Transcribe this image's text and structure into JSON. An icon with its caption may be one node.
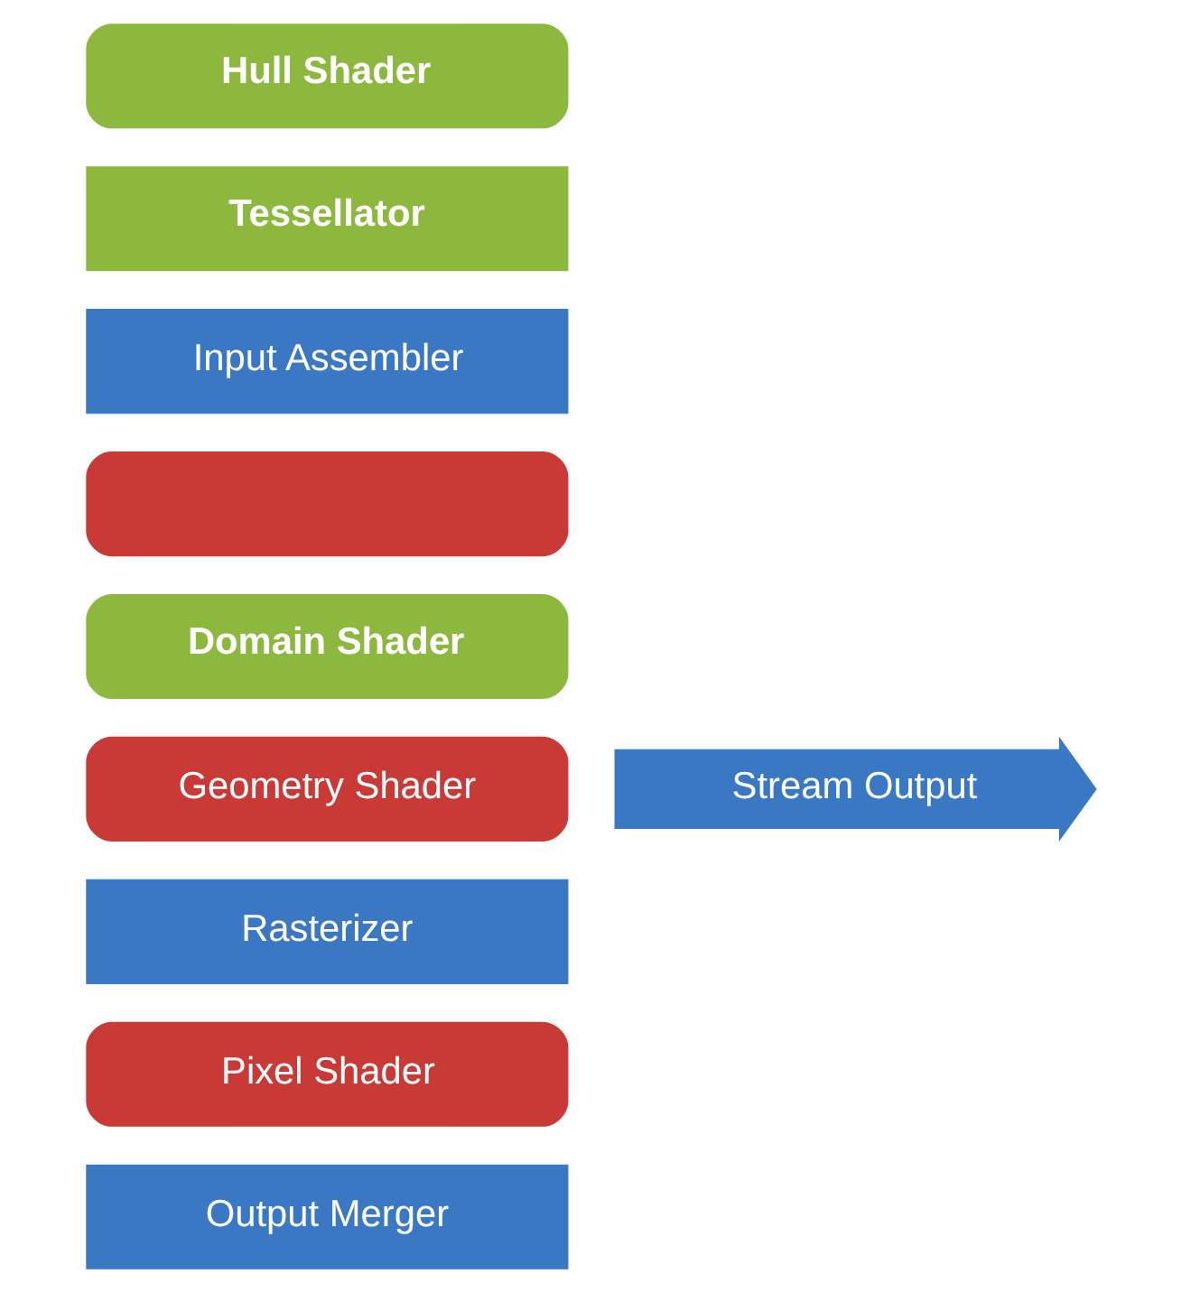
{
  "diagram": {
    "nodes": [
      {
        "text": [
          "Hull Shader"
        ]
      },
      {
        "text": [
          "Tessellator"
        ]
      },
      {
        "text": [
          "Input Assembler"
        ]
      },
      {
        "text": [],
        "shape": "box"
      },
      {
        "text": [
          "Domain Shader"
        ]
      },
      {
        "text": [
          "Geometry Shader"
        ]
      },
      {
        "text": [
          "Stream Output"
        ]
      },
      {
        "text": [
          "Rasterizer"
        ]
      },
      {
        "text": [
          "Pixel Shader"
        ]
      },
      {
        "text": [
          "Output Merger"
        ]
      }
    ]
  }
}
